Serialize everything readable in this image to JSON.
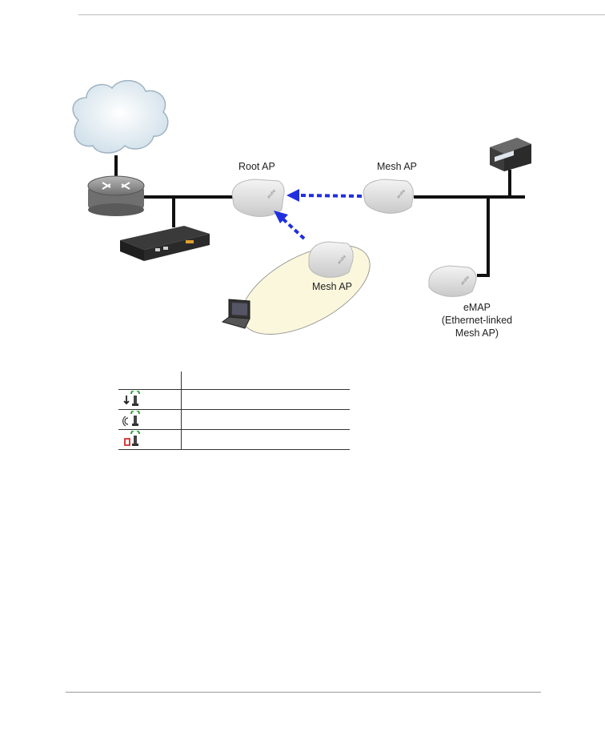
{
  "diagram": {
    "labels": {
      "root_ap": "Root AP",
      "mesh_ap_top": "Mesh AP",
      "mesh_ap_bottom": "Mesh AP",
      "emap_line1": "eMAP",
      "emap_line2": "(Ethernet-linked",
      "emap_line3": "Mesh AP)"
    }
  },
  "legend": {
    "rows": [
      {
        "icon": "mesh-ap-wired-icon",
        "description": ""
      },
      {
        "icon": "mesh-ap-wireless-icon",
        "description": ""
      },
      {
        "icon": "mesh-ap-emap-icon",
        "description": ""
      }
    ]
  },
  "colors": {
    "link_blue": "#1f2fe0",
    "cloud": "#d9e6ef",
    "coverage": "#fbf7dc",
    "legend_green": "#2e9e3a",
    "legend_red": "#d22a2a"
  }
}
